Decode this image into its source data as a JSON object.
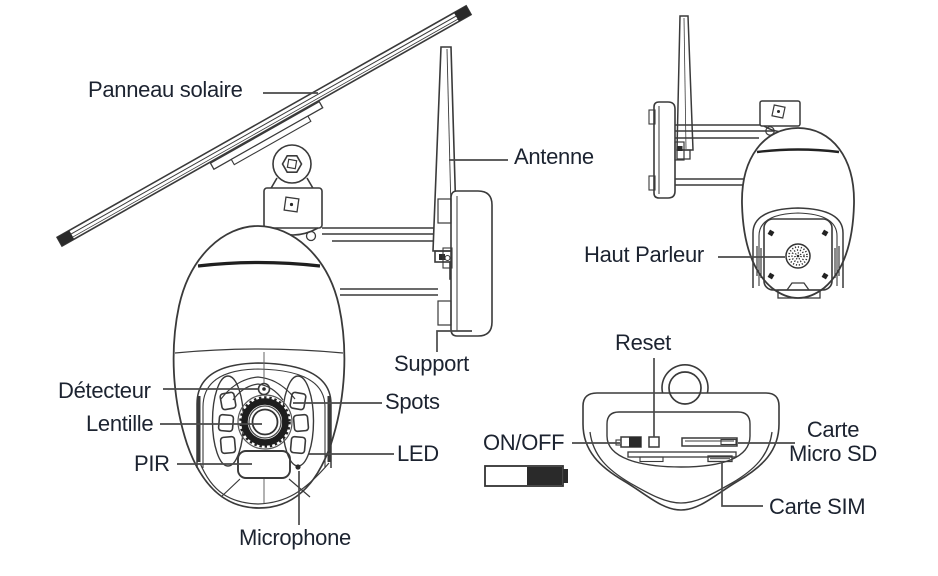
{
  "diagram": {
    "description": "security camera parts diagram",
    "colors": {
      "background": "#ffffff",
      "label_text": "#1c2330",
      "line_art": "#3a3a3a",
      "dark_fill": "#2a2a2a",
      "leader_line": "#4a4a4a"
    },
    "figures": {
      "main_camera": {
        "labels": {
          "solar_panel": "Panneau solaire",
          "antenna": "Antenne",
          "support": "Support",
          "detector": "Détecteur",
          "lens": "Lentille",
          "pir": "PIR",
          "spots": "Spots",
          "led": "LED",
          "microphone": "Microphone"
        }
      },
      "rear_view": {
        "labels": {
          "speaker": "Haut Parleur"
        }
      },
      "bottom_view": {
        "labels": {
          "reset": "Reset",
          "power_switch": "ON/OFF",
          "micro_sd_line1": "Carte",
          "micro_sd_line2": "Micro SD",
          "sim": "Carte SIM"
        }
      }
    }
  }
}
